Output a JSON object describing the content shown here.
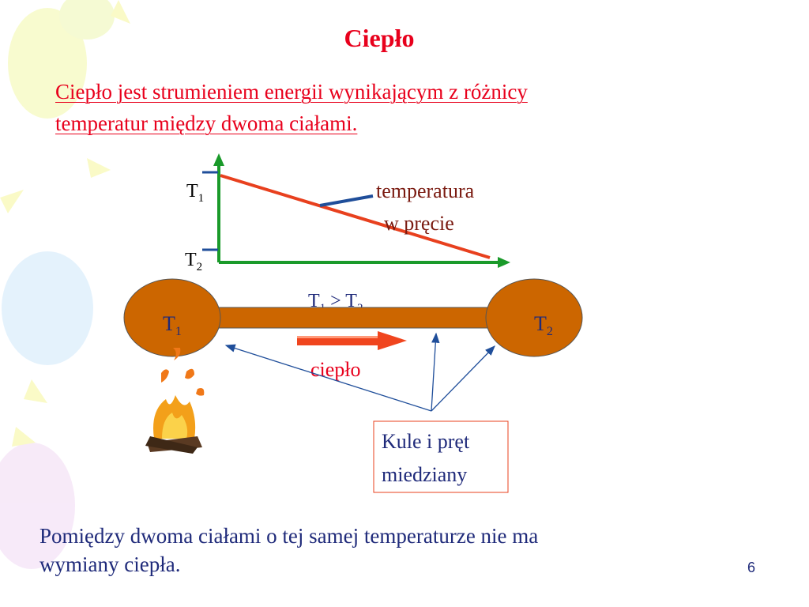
{
  "slide": {
    "title": "Ciepło",
    "definition_line1": "Ciepło jest strumieniem energii wynikającym z różnicy",
    "definition_line2": "temperatur między dwoma ciałami.",
    "footer_line1": "Pomiędzy dwoma ciałami o tej samej temperaturze nie ma",
    "footer_line2": "wymiany ciepła.",
    "page_number": "6"
  },
  "graph": {
    "t1": "T",
    "t1_sub": "1",
    "t2": "T",
    "t2_sub": "2",
    "label_line1": "temperatura",
    "label_line2": "w pręcie"
  },
  "apparatus": {
    "ball_left": "T",
    "ball_left_sub": "1",
    "ball_right": "T",
    "ball_right_sub": "2",
    "relation_a": "T",
    "relation_a_sub": "1",
    "relation_op": " > ",
    "relation_b": "T",
    "relation_b_sub": "2",
    "heat_label": "ciepło",
    "box_line1": "Kule i pręt",
    "box_line2": "miedziany"
  },
  "colors": {
    "title": "#e8001c",
    "text_blue": "#1f2a7a",
    "axis_green": "#1a9a2a",
    "temp_line": "#e8401e",
    "copper": "#cc6600",
    "pointer_blue": "#1f4e9a"
  }
}
